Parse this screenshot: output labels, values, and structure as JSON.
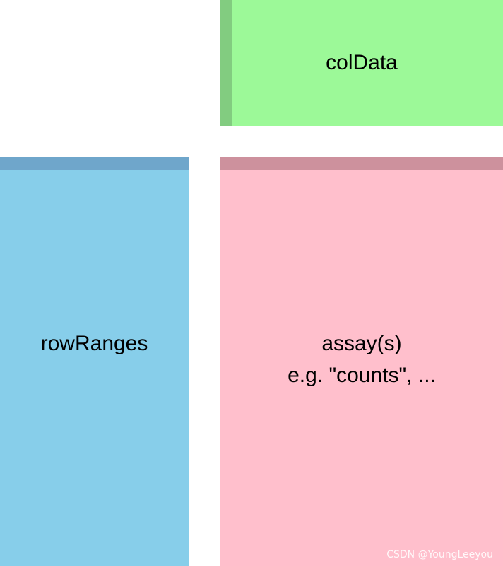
{
  "blocks": {
    "coldata": {
      "label": "colData",
      "color": "#9cf998",
      "accent_color": "#82cc80"
    },
    "rowranges": {
      "label": "rowRanges",
      "color": "#87ceea",
      "accent_color": "#6fa6cb"
    },
    "assay": {
      "label_line1": "assay(s)",
      "label_line2": "e.g. \"counts\", ...",
      "color": "#ffbfcc",
      "accent_color": "#cd919d"
    }
  },
  "watermark": "CSDN @YoungLeeyou"
}
